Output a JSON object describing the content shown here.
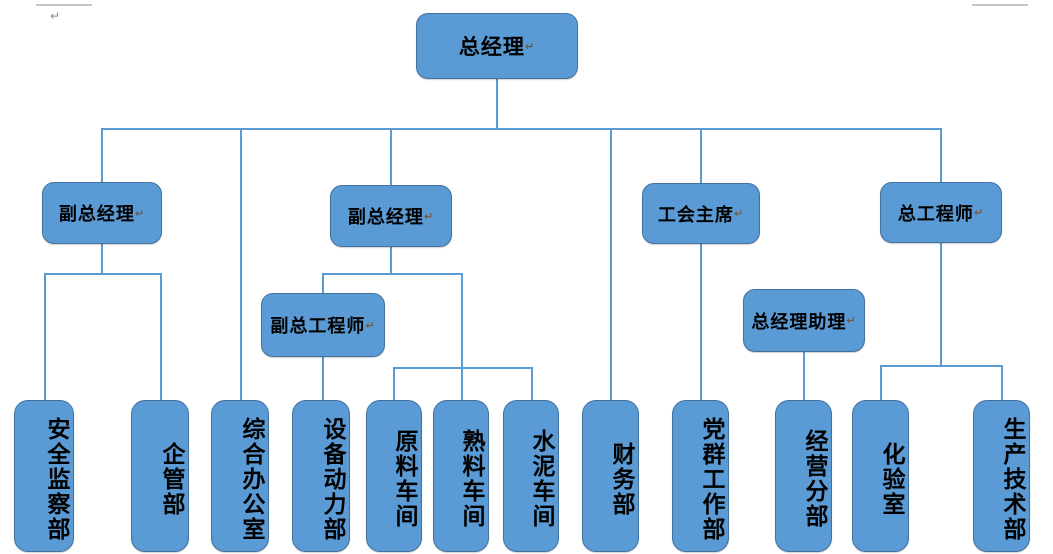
{
  "document": {
    "type": "organization-chart",
    "pilcrow_glyph": "↵",
    "stray_pilcrow": "↵",
    "colors": {
      "node_fill": "#5B9BD5",
      "node_border": "#41719C",
      "connector": "#5B9BD5",
      "text": "#000000",
      "margin_mark": "#C6C6C6",
      "background": "#FFFFFF"
    }
  },
  "chart_data": {
    "type": "diagram",
    "title": "总经理",
    "levels": {
      "level1": [
        "总经理"
      ],
      "level2": [
        "副总经理",
        "副总经理",
        "工会主席",
        "总工程师"
      ],
      "level3": [
        "副总工程师",
        "总经理助理"
      ],
      "level4": [
        "安全监察部",
        "企管部",
        "综合办公室",
        "设备动力部",
        "原料车间",
        "熟料车间",
        "水泥车间",
        "财务部",
        "党群工作部",
        "经营分部",
        "化验室",
        "生产技术部"
      ]
    }
  },
  "nodes": {
    "general_manager": {
      "label": "总经理"
    },
    "deputy_gm_1": {
      "label": "副总经理"
    },
    "deputy_gm_2": {
      "label": "副总经理"
    },
    "union_chair": {
      "label": "工会主席"
    },
    "chief_engineer": {
      "label": "总工程师"
    },
    "deputy_chief_engineer": {
      "label": "副总工程师"
    },
    "gm_assistant": {
      "label": "总经理助理"
    },
    "safety_supervision": {
      "label": "安全监察部"
    },
    "enterprise_management": {
      "label": "企管部"
    },
    "general_office": {
      "label": "综合办公室"
    },
    "equipment_power": {
      "label": "设备动力部"
    },
    "raw_material_workshop": {
      "label": "原料车间"
    },
    "clinker_workshop": {
      "label": "熟料车间"
    },
    "cement_workshop": {
      "label": "水泥车间"
    },
    "finance": {
      "label": "财务部"
    },
    "party_mass_work": {
      "label": "党群工作部"
    },
    "business_branch": {
      "label": "经营分部"
    },
    "laboratory": {
      "label": "化验室"
    },
    "production_technology": {
      "label": "生产技术部"
    }
  }
}
